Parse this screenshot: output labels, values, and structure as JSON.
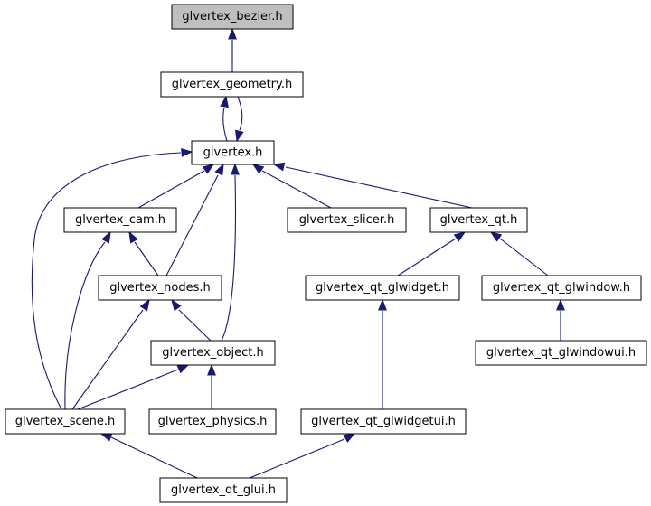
{
  "diagram": {
    "colors": {
      "edge": "#191970",
      "current_fill": "#bfbfbf",
      "node_fill": "#ffffff",
      "border": "#000000"
    },
    "nodes": {
      "bezier": "glvertex_bezier.h",
      "geometry": "glvertex_geometry.h",
      "glvertex": "glvertex.h",
      "cam": "glvertex_cam.h",
      "slicer": "glvertex_slicer.h",
      "qt": "glvertex_qt.h",
      "nodes": "glvertex_nodes.h",
      "qt_glwidget": "glvertex_qt_glwidget.h",
      "qt_glwindow": "glvertex_qt_glwindow.h",
      "qt_glwindowui": "glvertex_qt_glwindowui.h",
      "object": "glvertex_object.h",
      "scene": "glvertex_scene.h",
      "physics": "glvertex_physics.h",
      "qt_glwidgetui": "glvertex_qt_glwidgetui.h",
      "qt_glui": "glvertex_qt_glui.h"
    },
    "current_node": "bezier",
    "edges": [
      {
        "from": "geometry",
        "to": "bezier"
      },
      {
        "from": "glvertex",
        "to": "geometry"
      },
      {
        "from": "geometry",
        "to": "glvertex"
      },
      {
        "from": "cam",
        "to": "glvertex"
      },
      {
        "from": "slicer",
        "to": "glvertex"
      },
      {
        "from": "qt",
        "to": "glvertex"
      },
      {
        "from": "nodes",
        "to": "glvertex"
      },
      {
        "from": "object",
        "to": "glvertex"
      },
      {
        "from": "scene",
        "to": "glvertex"
      },
      {
        "from": "nodes",
        "to": "cam"
      },
      {
        "from": "scene",
        "to": "cam"
      },
      {
        "from": "object",
        "to": "nodes"
      },
      {
        "from": "scene",
        "to": "nodes"
      },
      {
        "from": "scene",
        "to": "object"
      },
      {
        "from": "physics",
        "to": "object"
      },
      {
        "from": "qt_glwidget",
        "to": "qt"
      },
      {
        "from": "qt_glwindow",
        "to": "qt"
      },
      {
        "from": "qt_glwidgetui",
        "to": "qt_glwidget"
      },
      {
        "from": "qt_glwindowui",
        "to": "qt_glwindow"
      },
      {
        "from": "qt_glui",
        "to": "scene"
      },
      {
        "from": "qt_glui",
        "to": "qt_glwidgetui"
      }
    ]
  }
}
